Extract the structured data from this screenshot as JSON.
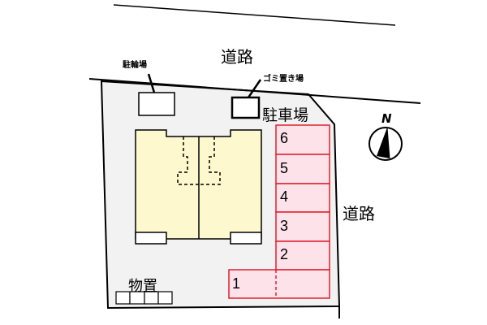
{
  "plan": {
    "labels": {
      "road_top": "道路",
      "road_right": "道路",
      "bicycle_parking": "駐輪場",
      "garbage_area": "ゴミ置き場",
      "parking_lot": "駐車場",
      "storage": "物置",
      "compass_north": "N"
    },
    "parking_slots": [
      {
        "number": "6"
      },
      {
        "number": "5"
      },
      {
        "number": "4"
      },
      {
        "number": "3"
      },
      {
        "number": "2"
      },
      {
        "number": "1"
      }
    ],
    "colors": {
      "site_fill": "#f2f2f2",
      "building_fill": "#fdf8cd",
      "parking_fill": "#fde2ea",
      "parking_stroke": "#e0202e",
      "outline": "#000000"
    }
  }
}
